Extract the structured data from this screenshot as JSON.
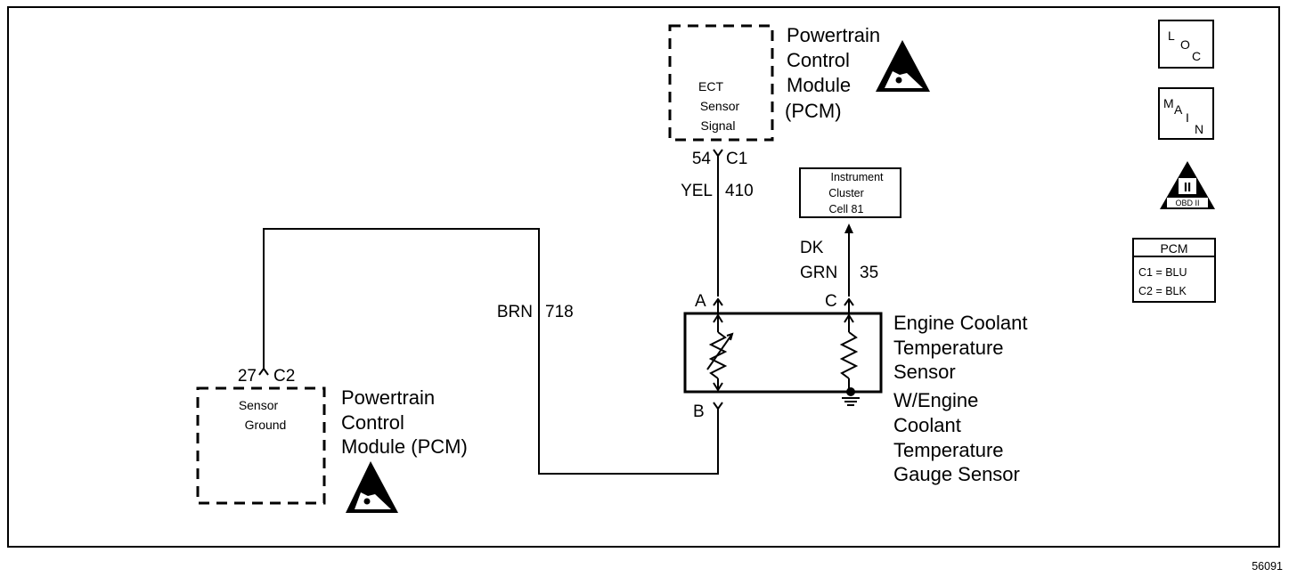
{
  "pcm_top": {
    "box_lines": [
      "ECT",
      "Sensor",
      "Signal"
    ],
    "title_lines": [
      "Powertrain",
      "Control",
      "Module",
      "(PCM)"
    ],
    "pin": "54",
    "connector": "C1"
  },
  "pcm_bottom": {
    "box_lines": [
      "Sensor",
      "Ground"
    ],
    "title_lines": [
      "Powertrain",
      "Control",
      "Module (PCM)"
    ],
    "pin": "27",
    "connector": "C2"
  },
  "wires": {
    "signal": {
      "color": "YEL",
      "circuit": "410"
    },
    "ground": {
      "color": "BRN",
      "circuit": "718"
    },
    "gauge": {
      "color_line1": "DK",
      "color_line2": "GRN",
      "circuit": "35"
    }
  },
  "cluster": {
    "lines": [
      "Instrument",
      "Cluster",
      "Cell 81"
    ]
  },
  "sensor": {
    "pin_a": "A",
    "pin_b": "B",
    "pin_c": "C",
    "title_lines": [
      "Engine Coolant",
      "Temperature",
      "Sensor",
      "W/Engine",
      "Coolant",
      "Temperature",
      "Gauge Sensor"
    ]
  },
  "legend": {
    "loc": {
      "l": "L",
      "o": "O",
      "c": "C"
    },
    "main": {
      "m": "M",
      "a": "A",
      "i": "I",
      "n": "N"
    },
    "obd": {
      "numeral": "II",
      "label": "OBD II"
    },
    "pcm_table": {
      "title": "PCM",
      "rows": [
        "C1 = BLU",
        "C2 = BLK"
      ]
    }
  },
  "figure_number": "56091"
}
